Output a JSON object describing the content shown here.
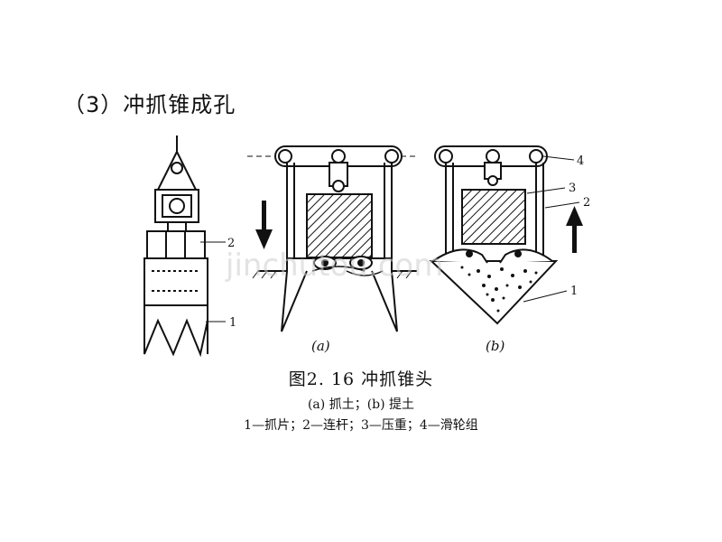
{
  "slide": {
    "heading": "（3）冲抓锥成孔"
  },
  "figure": {
    "title": "图2. 16  冲抓锥头",
    "subtitle": "(a) 抓土；(b) 提土",
    "legend": "1—抓片；2—连杆；3—压重；4—滑轮组",
    "panel_a": "(a)",
    "panel_b": "(b)",
    "callouts": {
      "n1": "1",
      "n2": "2",
      "n3": "3",
      "n4": "4"
    },
    "watermark": "jinchutou.com"
  }
}
